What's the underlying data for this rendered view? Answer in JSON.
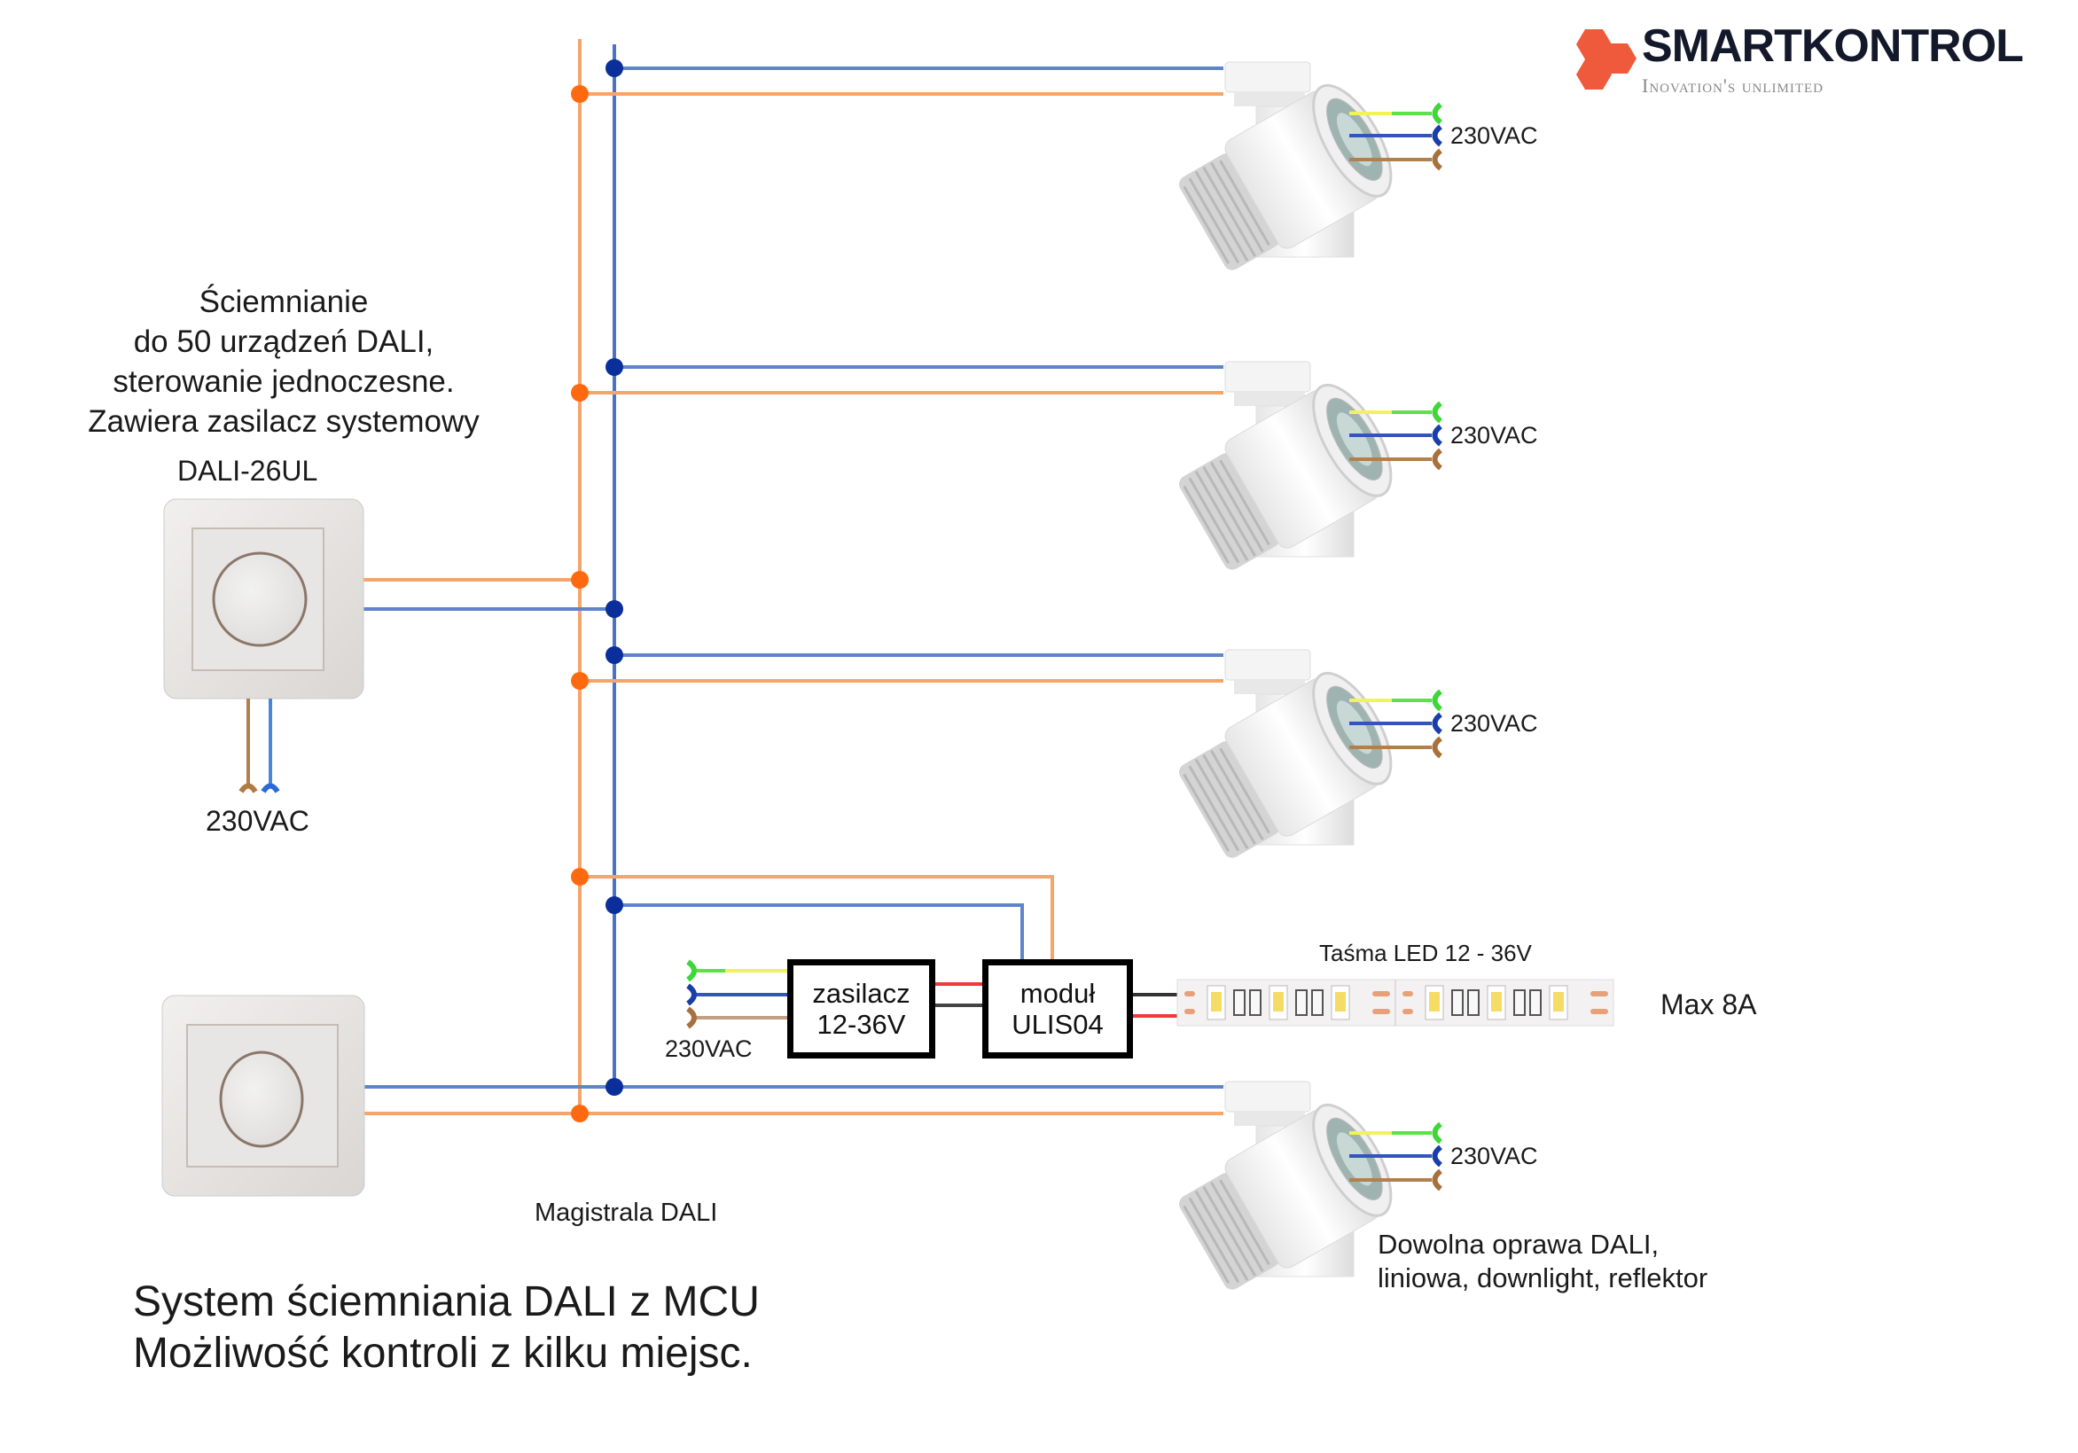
{
  "logo": {
    "name": "SMARTKONTROL",
    "tagline": "Inovation's unlimited",
    "brand_color": "#f05a3c"
  },
  "controller": {
    "description_lines": [
      "Ściemnianie",
      "do 50 urządzeń DALI,",
      "sterowanie jednoczesne.",
      "Zawiera zasilacz systemowy"
    ],
    "model": "DALI-26UL",
    "supply_label": "230VAC"
  },
  "fixtures": [
    {
      "supply_label": "230VAC"
    },
    {
      "supply_label": "230VAC"
    },
    {
      "supply_label": "230VAC"
    },
    {
      "supply_label": "230VAC"
    }
  ],
  "fixture_note_lines": [
    "Dowolna oprawa DALI,",
    "liniowa, downlight, reflektor"
  ],
  "power_supply": {
    "lines": [
      "zasilacz",
      "12-36V"
    ],
    "supply_label": "230VAC"
  },
  "module": {
    "lines": [
      "moduł",
      "ULIS04"
    ]
  },
  "led_strip": {
    "label": "Taśma LED 12 - 36V",
    "max_current": "Max 8A"
  },
  "bus_label": "Magistrala DALI",
  "title_lines": [
    "System ściemniania DALI z MCU",
    "Możliwość kontroli z kilku miejsc."
  ],
  "colors": {
    "dali_orange": "#f7a46a",
    "dali_orange_dot": "#ff6a10",
    "dali_blue": "#4a72c8",
    "dali_blue_dot": "#0a2f9a",
    "earth_green": "#5ee04a",
    "earth_yellow": "#f2f25a",
    "neutral_blue": "#3355bb",
    "live_brown": "#b08050",
    "dc_red": "#f03a3a",
    "dc_black": "#333333"
  }
}
